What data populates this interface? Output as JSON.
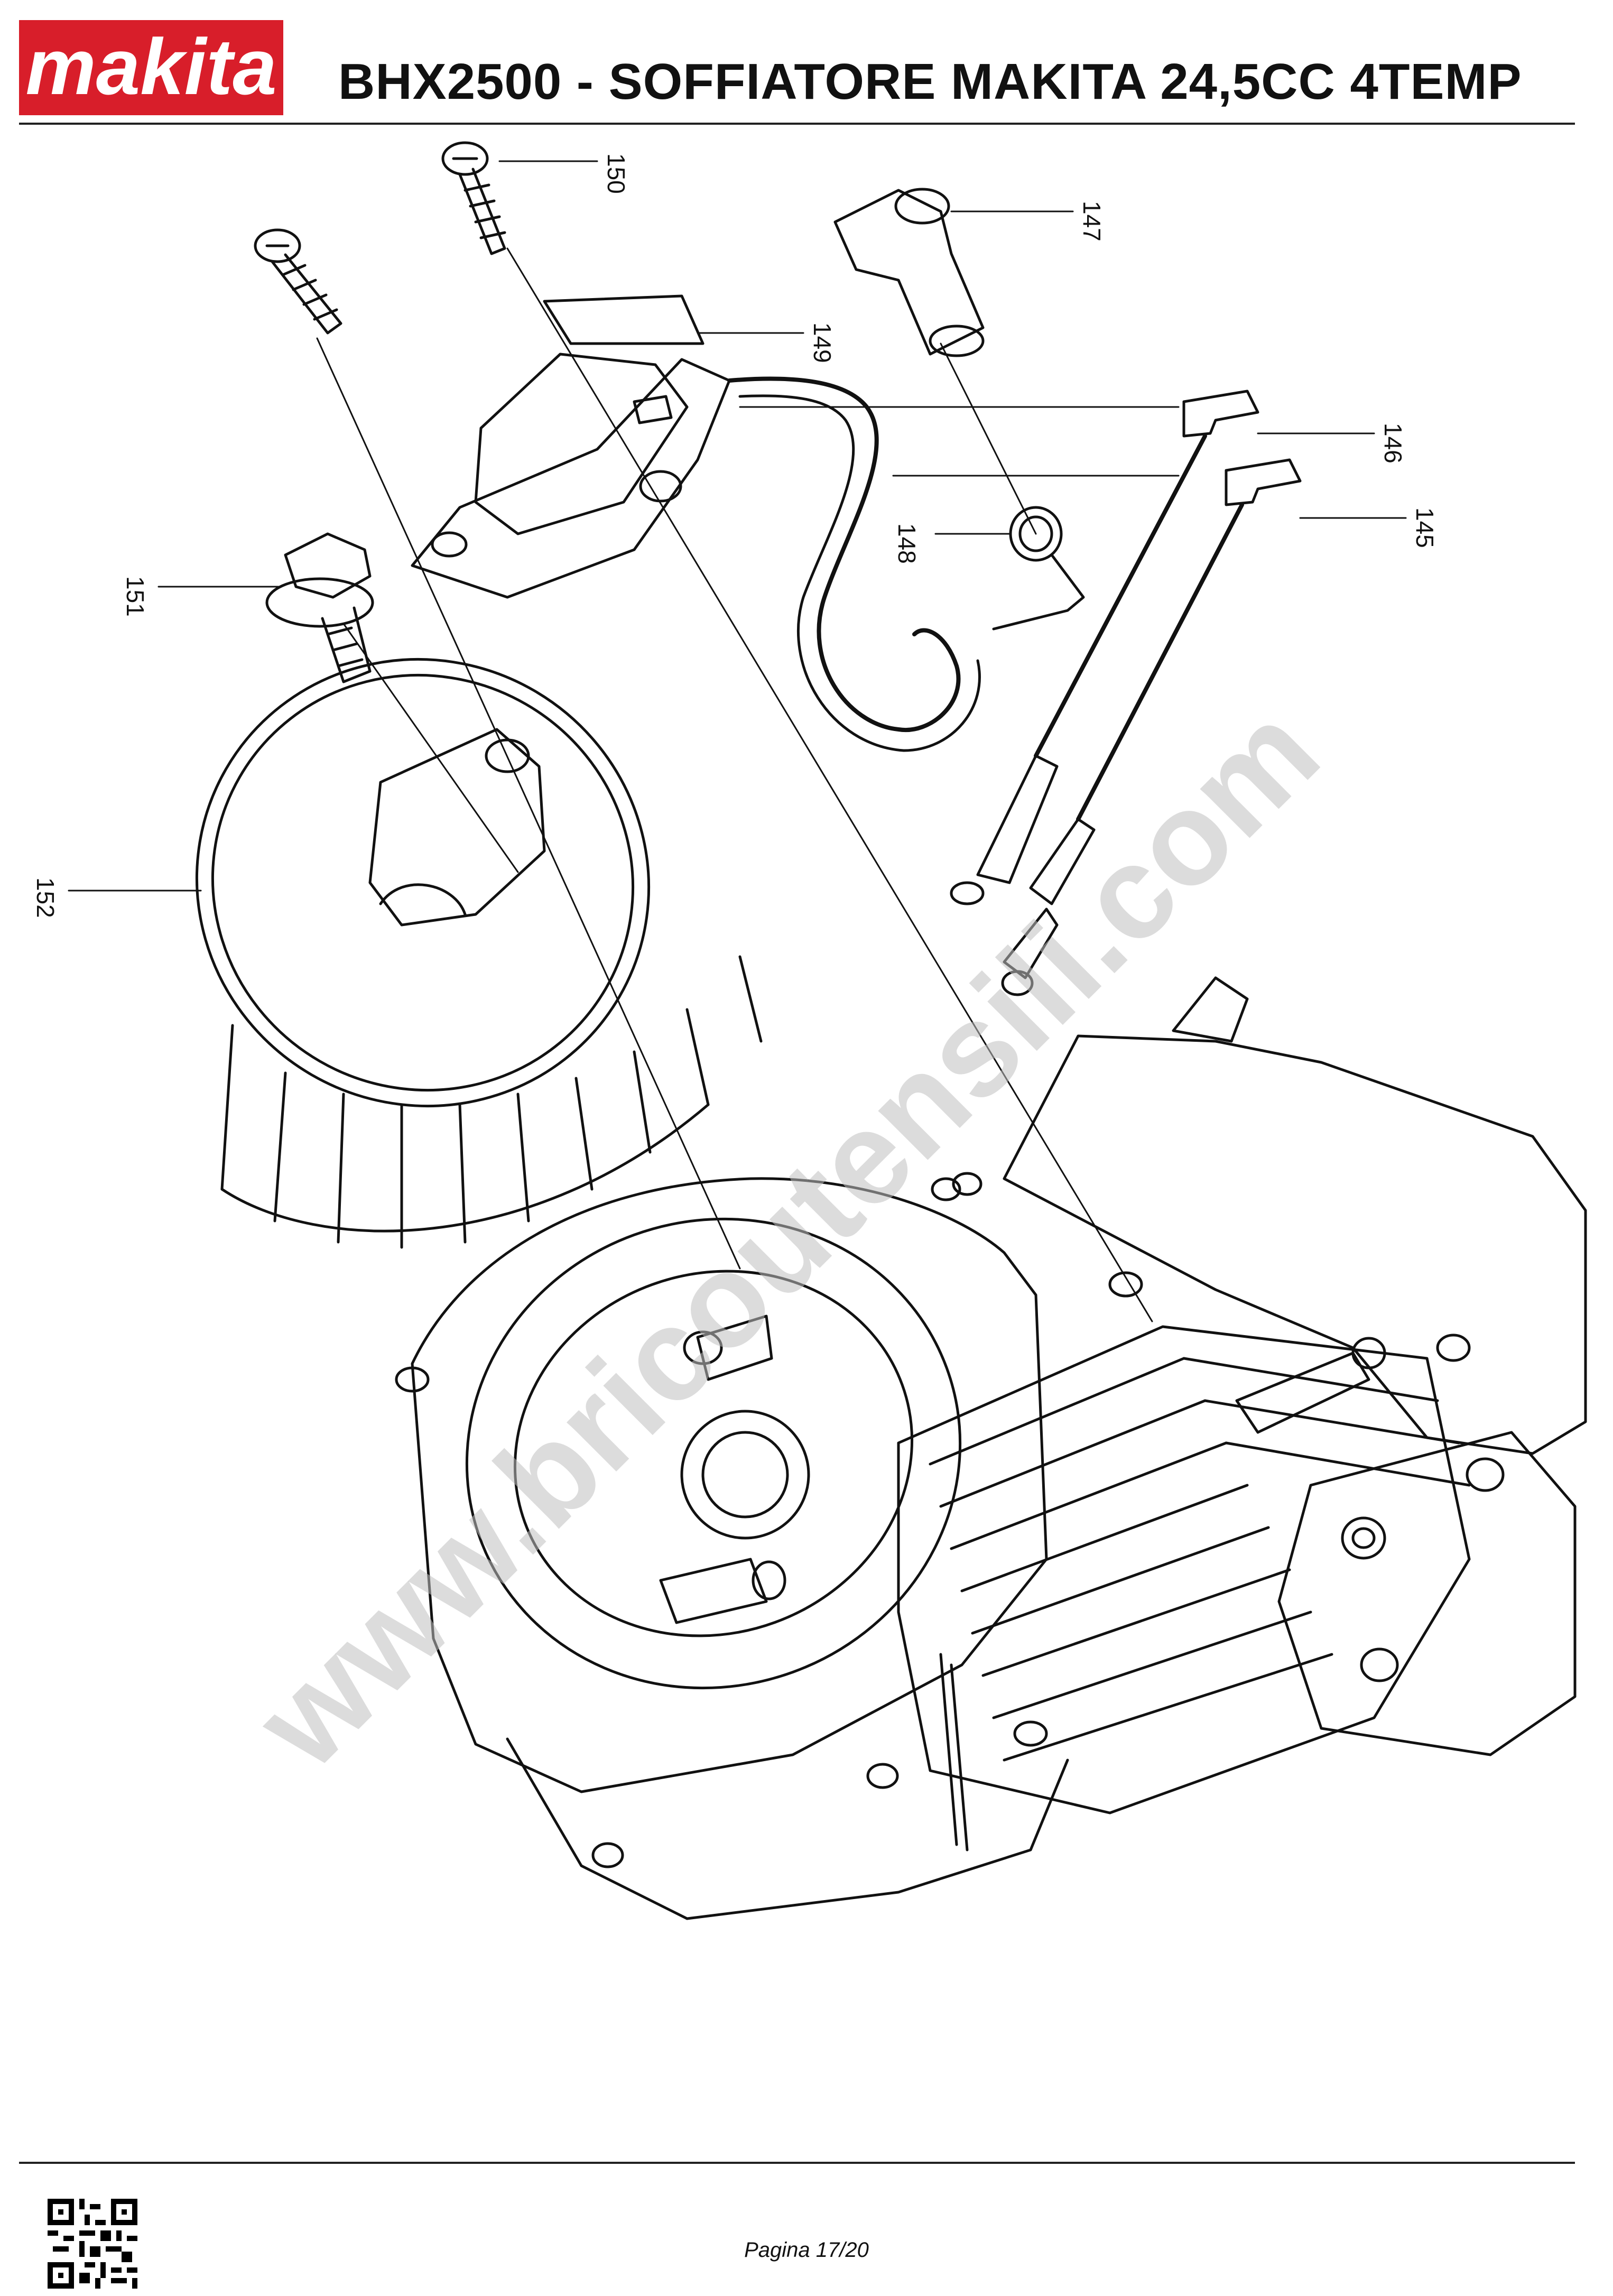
{
  "header": {
    "brand": "makita",
    "title": "BHX2500 - SOFFIATORE MAKITA 24,5CC 4TEMP"
  },
  "diagram": {
    "watermark": "www.bricoutensili.com",
    "callouts": [
      "150",
      "147",
      "149",
      "146",
      "145",
      "148",
      "151",
      "152"
    ]
  },
  "footer": {
    "page": "Pagina 17/20"
  },
  "colors": {
    "brand_red": "#d81e2a",
    "line": "#111111"
  }
}
